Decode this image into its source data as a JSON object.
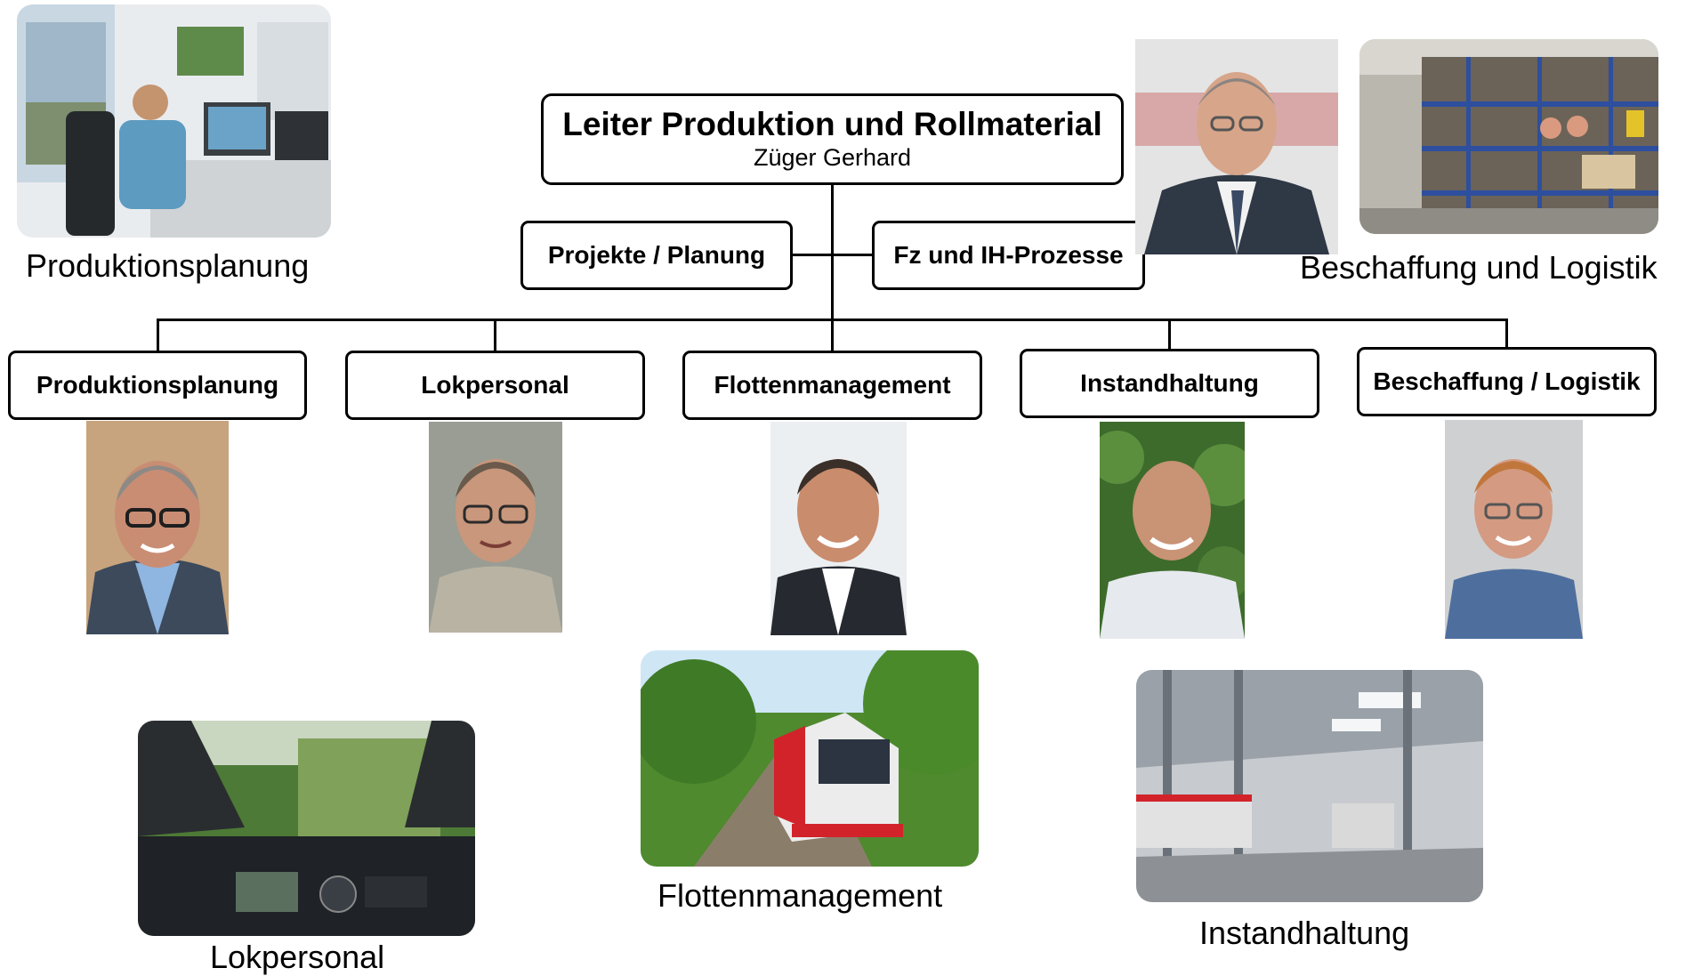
{
  "head": {
    "title": "Leiter Produktion und Rollmaterial",
    "name": "Züger Gerhard"
  },
  "staff": {
    "left": "Projekte / Planung",
    "right": "Fz und IH-Prozesse"
  },
  "departments": [
    {
      "label": "Produktionsplanung"
    },
    {
      "label": "Lokpersonal"
    },
    {
      "label": "Flottenmanagement"
    },
    {
      "label": "Instandhaltung"
    },
    {
      "label": "Beschaffung / Logistik"
    }
  ],
  "captions": {
    "produktionsplanung": "Produktionsplanung",
    "beschaffung": "Beschaffung und Logistik",
    "lokpersonal": "Lokpersonal",
    "flottenmanagement": "Flottenmanagement",
    "instandhaltung": "Instandhaltung"
  },
  "colors": {
    "line": "#000000",
    "box_border": "#000000",
    "train_red": "#d2232a",
    "shelf_blue": "#2d4f9e"
  }
}
